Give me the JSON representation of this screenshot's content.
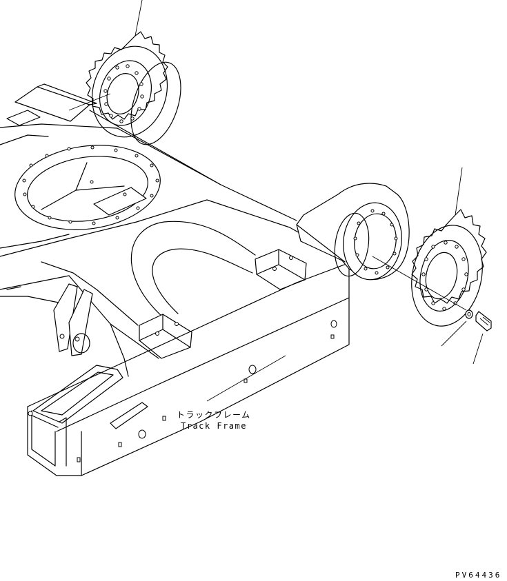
{
  "labels": {
    "track_frame_jp": "トラックフレーム",
    "track_frame_en": "Track Frame",
    "drawing_code": "PV64436"
  },
  "parts": {
    "upper_sprocket": "sprocket-icon",
    "lower_sprocket": "sprocket-icon",
    "washer": "washer-icon",
    "bolt": "bolt-icon",
    "frame": "track-frame-icon"
  }
}
